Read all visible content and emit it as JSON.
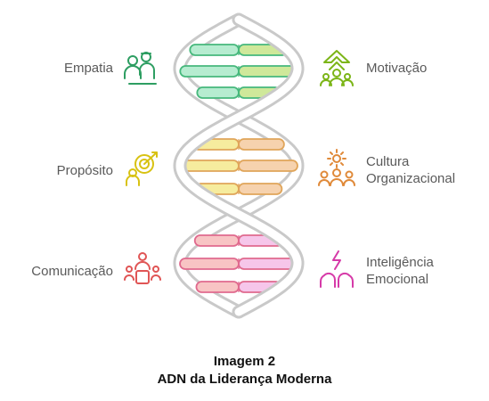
{
  "diagram": {
    "left_items": [
      {
        "label": "Empatia",
        "color": "#2e9e62",
        "icon": "people-icon"
      },
      {
        "label": "Propósito",
        "color": "#d8c212",
        "icon": "target-icon"
      },
      {
        "label": "Comunicação",
        "color": "#e05555",
        "icon": "speaker-icon"
      }
    ],
    "right_items": [
      {
        "label_lines": [
          "Motivação"
        ],
        "color": "#7cb518",
        "icon": "growth-icon"
      },
      {
        "label_lines": [
          "Cultura",
          "Organizacional"
        ],
        "color": "#e08a3a",
        "icon": "gear-team-icon"
      },
      {
        "label_lines": [
          "Inteligência",
          "Emocional"
        ],
        "color": "#d63aa8",
        "icon": "brain-spark-icon"
      }
    ],
    "rung_colors": [
      {
        "left": "#b6ecd0",
        "right": "#cfe89a",
        "stroke": "#46b87c"
      },
      {
        "left": "#f6ec9e",
        "right": "#f6d2ae",
        "stroke": "#e0a55a"
      },
      {
        "left": "#f8c4c4",
        "right": "#f6c6ea",
        "stroke": "#e06a8e"
      }
    ],
    "caption": {
      "line1": "Imagem 2",
      "line2": "ADN da Liderança Moderna"
    }
  }
}
